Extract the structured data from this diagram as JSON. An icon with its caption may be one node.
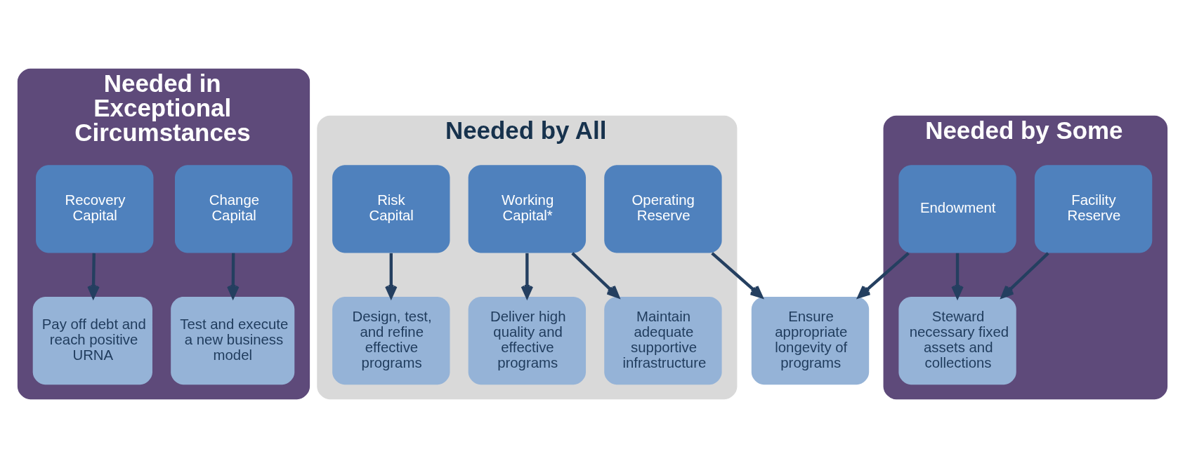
{
  "diagram": {
    "nodes": [
      {
        "text": [
          "Needed in Exceptional Circumstances"
        ]
      },
      {
        "text": [
          "Recovery Capital"
        ],
        "in": 0
      },
      {
        "text": [
          "Change Capital"
        ],
        "in": 0
      },
      {
        "text": [
          "Pay off debt and reach positive URNA"
        ],
        "in": 0
      },
      {
        "text": [
          "Test and execute a new business model"
        ],
        "in": 0
      },
      {
        "text": [
          "Needed by All"
        ]
      },
      {
        "text": [
          "Risk Capital"
        ],
        "in": 5
      },
      {
        "text": [
          "Working Capital*"
        ],
        "in": 5
      },
      {
        "text": [
          "Operating Reserve"
        ],
        "in": 5
      },
      {
        "text": [
          "Design, test, and refine effective programs"
        ],
        "in": 5
      },
      {
        "text": [
          "Deliver high quality and effective programs"
        ],
        "in": 5
      },
      {
        "text": [
          "Maintain adequate supportive infrastructure"
        ],
        "in": 5
      },
      {
        "text": [
          "Needed by Some"
        ]
      },
      {
        "text": [
          "Endowment"
        ],
        "in": 12
      },
      {
        "text": [
          "Facility Reserve"
        ],
        "in": 12
      },
      {
        "text": [
          "Ensure appropriate longevity of programs"
        ]
      },
      {
        "text": [
          "Steward necessary fixed assets and collections"
        ],
        "in": 12
      }
    ],
    "edges": [
      {
        "from": 1,
        "to": 3,
        "arrow": "to"
      },
      {
        "from": 2,
        "to": 4,
        "arrow": "to"
      },
      {
        "from": 6,
        "to": 9,
        "arrow": "to"
      },
      {
        "from": 7,
        "to": 10,
        "arrow": "to"
      },
      {
        "from": 7,
        "to": 11,
        "arrow": "to"
      },
      {
        "from": 8,
        "to": 15,
        "arrow": "to"
      },
      {
        "from": 13,
        "to": 15,
        "arrow": "to"
      },
      {
        "from": 13,
        "to": 16,
        "arrow": "to"
      },
      {
        "from": 14,
        "to": 16,
        "arrow": "to"
      }
    ]
  }
}
